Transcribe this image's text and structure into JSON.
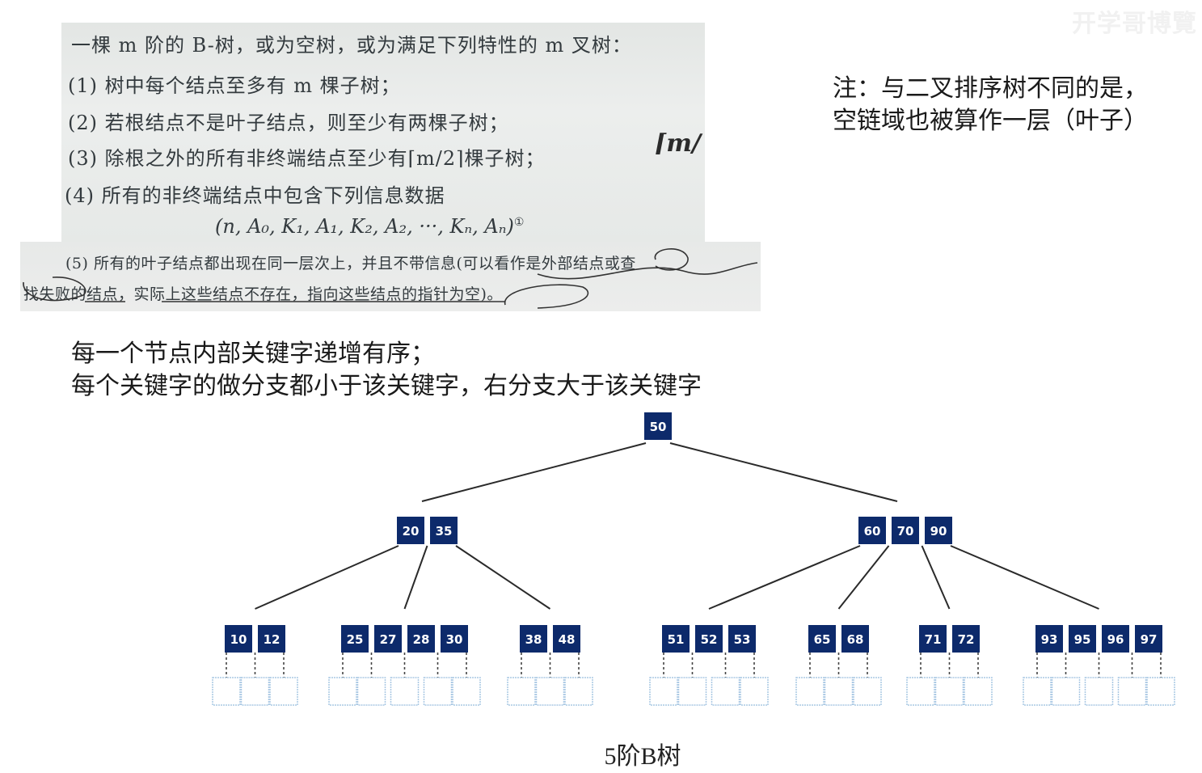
{
  "book": {
    "intro": "一棵 m 阶的 B-树，或为空树，或为满足下列特性的 m 叉树：",
    "item1": "(1) 树中每个结点至多有 m 棵子树；",
    "item2": "(2) 若根结点不是叶子结点，则至少有两棵子树；",
    "item3": "(3) 除根之外的所有非终端结点至少有⌈m/2⌉棵子树；",
    "item3_hand": "⌈m/",
    "item4": "(4) 所有的非终端结点中包含下列信息数据",
    "formula": "(n, A₀, K₁, A₁, K₂, A₂, ···, Kₙ, Aₙ)",
    "formula_note": "①",
    "item5_line1": "(5) 所有的叶子结点都出现在同一层次上，并且不带信息(可以看作是外部结点或查",
    "item5_line2": "找失败的结点，实际上这些结点不存在，指向这些结点的指针为空)。"
  },
  "note_right": {
    "line1": "注：与二叉排序树不同的是，",
    "line2": "空链域也被算作一层（叶子）"
  },
  "note_left": {
    "line1": "每一个节点内部关键字递增有序；",
    "line2": "每个关键字的做分支都小于该关键字，右分支大于该关键字"
  },
  "watermark": "开学哥博覽",
  "tree": {
    "root": [
      "50"
    ],
    "level1": [
      [
        "20",
        "35"
      ],
      [
        "60",
        "70",
        "90"
      ]
    ],
    "leaves": [
      [
        "10",
        "12"
      ],
      [
        "25",
        "27",
        "28",
        "30"
      ],
      [
        "38",
        "48"
      ],
      [
        "51",
        "52",
        "53"
      ],
      [
        "65",
        "68"
      ],
      [
        "71",
        "72"
      ],
      [
        "93",
        "95",
        "96",
        "97"
      ]
    ],
    "colors": {
      "node": "#0d2a6b",
      "text": "#ffffff",
      "edge": "#2a2a2a",
      "empty": "#a9c8e4"
    }
  },
  "caption": "5阶B树"
}
